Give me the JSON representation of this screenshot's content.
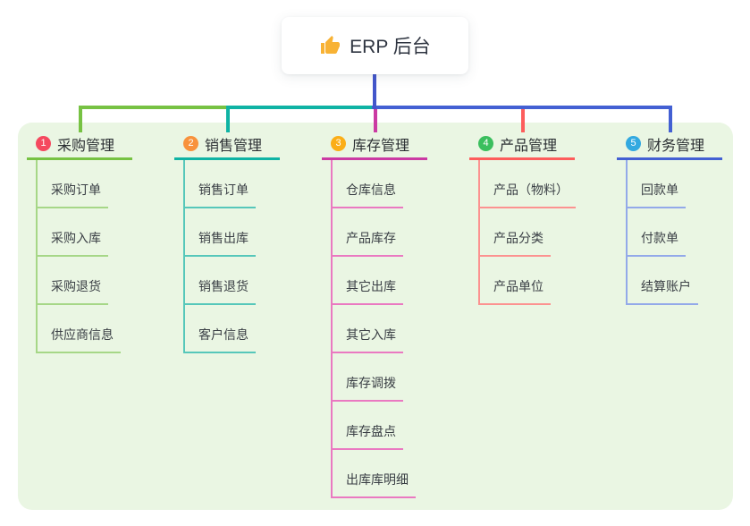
{
  "root": {
    "title": "ERP 后台",
    "icon": "thumbs-up-icon",
    "icon_color": "#f8b234"
  },
  "colors": {
    "page_bg": "#ffffff",
    "panel_bg": "#eaf6e3",
    "root_stem": "#4356cb",
    "title_text": "#2e3440",
    "node_text": "#3a3f45"
  },
  "branches": [
    {
      "index": "1",
      "title": "采购管理",
      "badge_color": "#f5495f",
      "line_color": "#77c243",
      "child_line_color": "#a6d787",
      "children": [
        "采购订单",
        "采购入库",
        "采购退货",
        "供应商信息"
      ]
    },
    {
      "index": "2",
      "title": "销售管理",
      "badge_color": "#f8923c",
      "line_color": "#0fb3a4",
      "child_line_color": "#56c7ba",
      "children": [
        "销售订单",
        "销售出库",
        "销售退货",
        "客户信息"
      ]
    },
    {
      "index": "3",
      "title": "库存管理",
      "badge_color": "#fbae17",
      "line_color": "#cb3aa3",
      "child_line_color": "#ea79c1",
      "children": [
        "仓库信息",
        "产品库存",
        "其它出库",
        "其它入库",
        "库存调拨",
        "库存盘点",
        "出库库明细"
      ]
    },
    {
      "index": "4",
      "title": "产品管理",
      "badge_color": "#3bbf5e",
      "line_color": "#fd5d5c",
      "child_line_color": "#fc9290",
      "children": [
        "产品（物料）",
        "产品分类",
        "产品单位"
      ]
    },
    {
      "index": "5",
      "title": "财务管理",
      "badge_color": "#32a9e0",
      "line_color": "#4360d3",
      "child_line_color": "#93a9e9",
      "children": [
        "回款单",
        "付款单",
        "结算账户"
      ]
    }
  ]
}
